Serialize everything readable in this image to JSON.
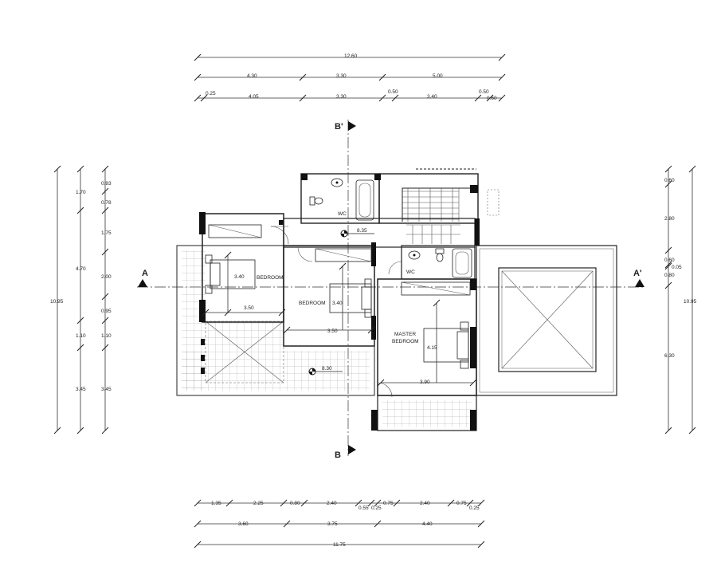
{
  "dimensions": {
    "top_total": "12.60",
    "top_row2": [
      "4.30",
      "3.30",
      "5.00"
    ],
    "top_row3": [
      "0.25",
      "4.05",
      "3.30",
      "0.50",
      "3.40",
      "0.50",
      "0.60"
    ],
    "bottom_row1": [
      "1.35",
      "2.25",
      "0.80",
      "2.40",
      "0.55",
      "0.25",
      "0.75",
      "2.40",
      "0.75",
      "0.25"
    ],
    "bottom_row2": [
      "3.60",
      "3.75",
      "4.40"
    ],
    "bottom_total": "11.75",
    "left_total": "10.95",
    "left_col2": [
      "1.70",
      "4.70",
      "1.10",
      "3.45"
    ],
    "left_col3": [
      "0.93",
      "0.78",
      "1.75",
      "2.00",
      "0.95",
      "1.10",
      "3.45"
    ],
    "right_total": "10.95",
    "right_col": [
      "0.60",
      "2.80",
      "0.60",
      "0.05",
      "0.80",
      "6.30"
    ]
  },
  "rooms": {
    "bedroom1": "BEDROOM",
    "bedroom2": "BEDROOM",
    "master_line1": "MASTER",
    "master_line2": "BEDROOM",
    "wc1": "WC",
    "wc2": "WC"
  },
  "interior_dims": {
    "bed1_height": "3.40",
    "bed1_width": "3.50",
    "bed2_height": "3.40",
    "bed2_width": "3.50",
    "master_height": "4.15",
    "master_width": "3.90"
  },
  "levels": {
    "hall": "8.35",
    "terrace": "8.30"
  },
  "section_markers": {
    "a_left": "A",
    "a_right": "A'",
    "b_top": "B'",
    "b_bottom": "B"
  }
}
